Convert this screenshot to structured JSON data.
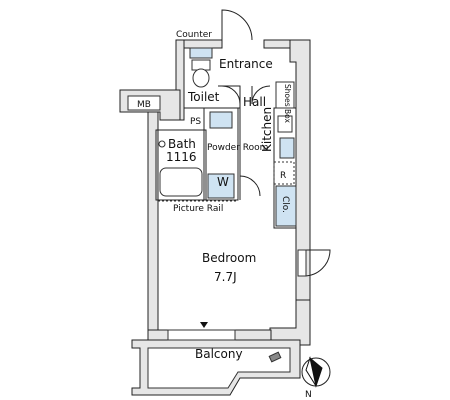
{
  "labels": {
    "counter": "Counter",
    "entrance": "Entrance",
    "toilet": "Toilet",
    "hall": "Hall",
    "shoes_box": "Shoes Box",
    "mb": "MB",
    "ps": "PS",
    "bath": "Bath",
    "bath_size": "1116",
    "powder_room": "Powder Room",
    "kitchen": "Kitchen",
    "washer": "W",
    "refrigerator": "R",
    "closet": "Clo.",
    "picture_rail": "Picture Rail",
    "bedroom": "Bedroom",
    "bedroom_size": "7.7J",
    "balcony": "Balcony",
    "north": "N"
  },
  "colors": {
    "wall": "#e6e6e6",
    "line": "#222222",
    "fixture_blue": "#cfe3f2"
  },
  "icons": [
    "compass-icon",
    "door-arc-icon",
    "toilet-icon",
    "bathtub-icon",
    "sink-icon",
    "stove-icon"
  ]
}
